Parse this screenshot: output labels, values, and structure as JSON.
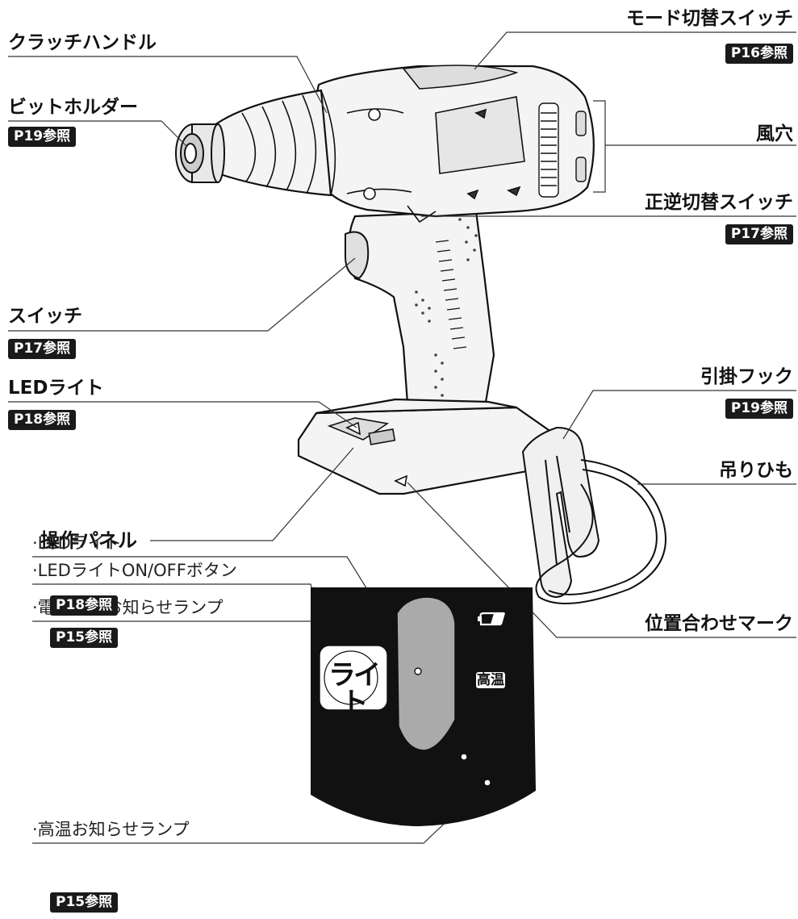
{
  "labels": {
    "clutch_handle": "クラッチハンドル",
    "bit_holder": "ビットホルダー",
    "bit_holder_ref": "P19参照",
    "switch": "スイッチ",
    "switch_ref": "P17参照",
    "led_light": "LEDライト",
    "led_light_ref": "P18参照",
    "control_panel": "操作パネル",
    "mode_switch": "モード切替スイッチ",
    "mode_switch_ref": "P16参照",
    "vent": "風穴",
    "reverse_switch": "正逆切替スイッチ",
    "reverse_switch_ref": "P17参照",
    "hook": "引掛フック",
    "hook_ref": "P19参照",
    "strap": "吊りひも",
    "alignment_mark": "位置合わせマーク"
  },
  "panel_items": {
    "low_voltage_lamp": "·電圧低下お知らせランプ",
    "low_voltage_ref": "P15参照",
    "led_light": "·LEDライト",
    "led_button": "·LEDライトON/OFFボタン",
    "led_button_ref": "P18参照",
    "high_temp_lamp": "·高温お知らせランプ",
    "high_temp_ref": "P15参照"
  },
  "panel_face": {
    "light_button_text": "ライト",
    "high_temp_text": "高温"
  }
}
